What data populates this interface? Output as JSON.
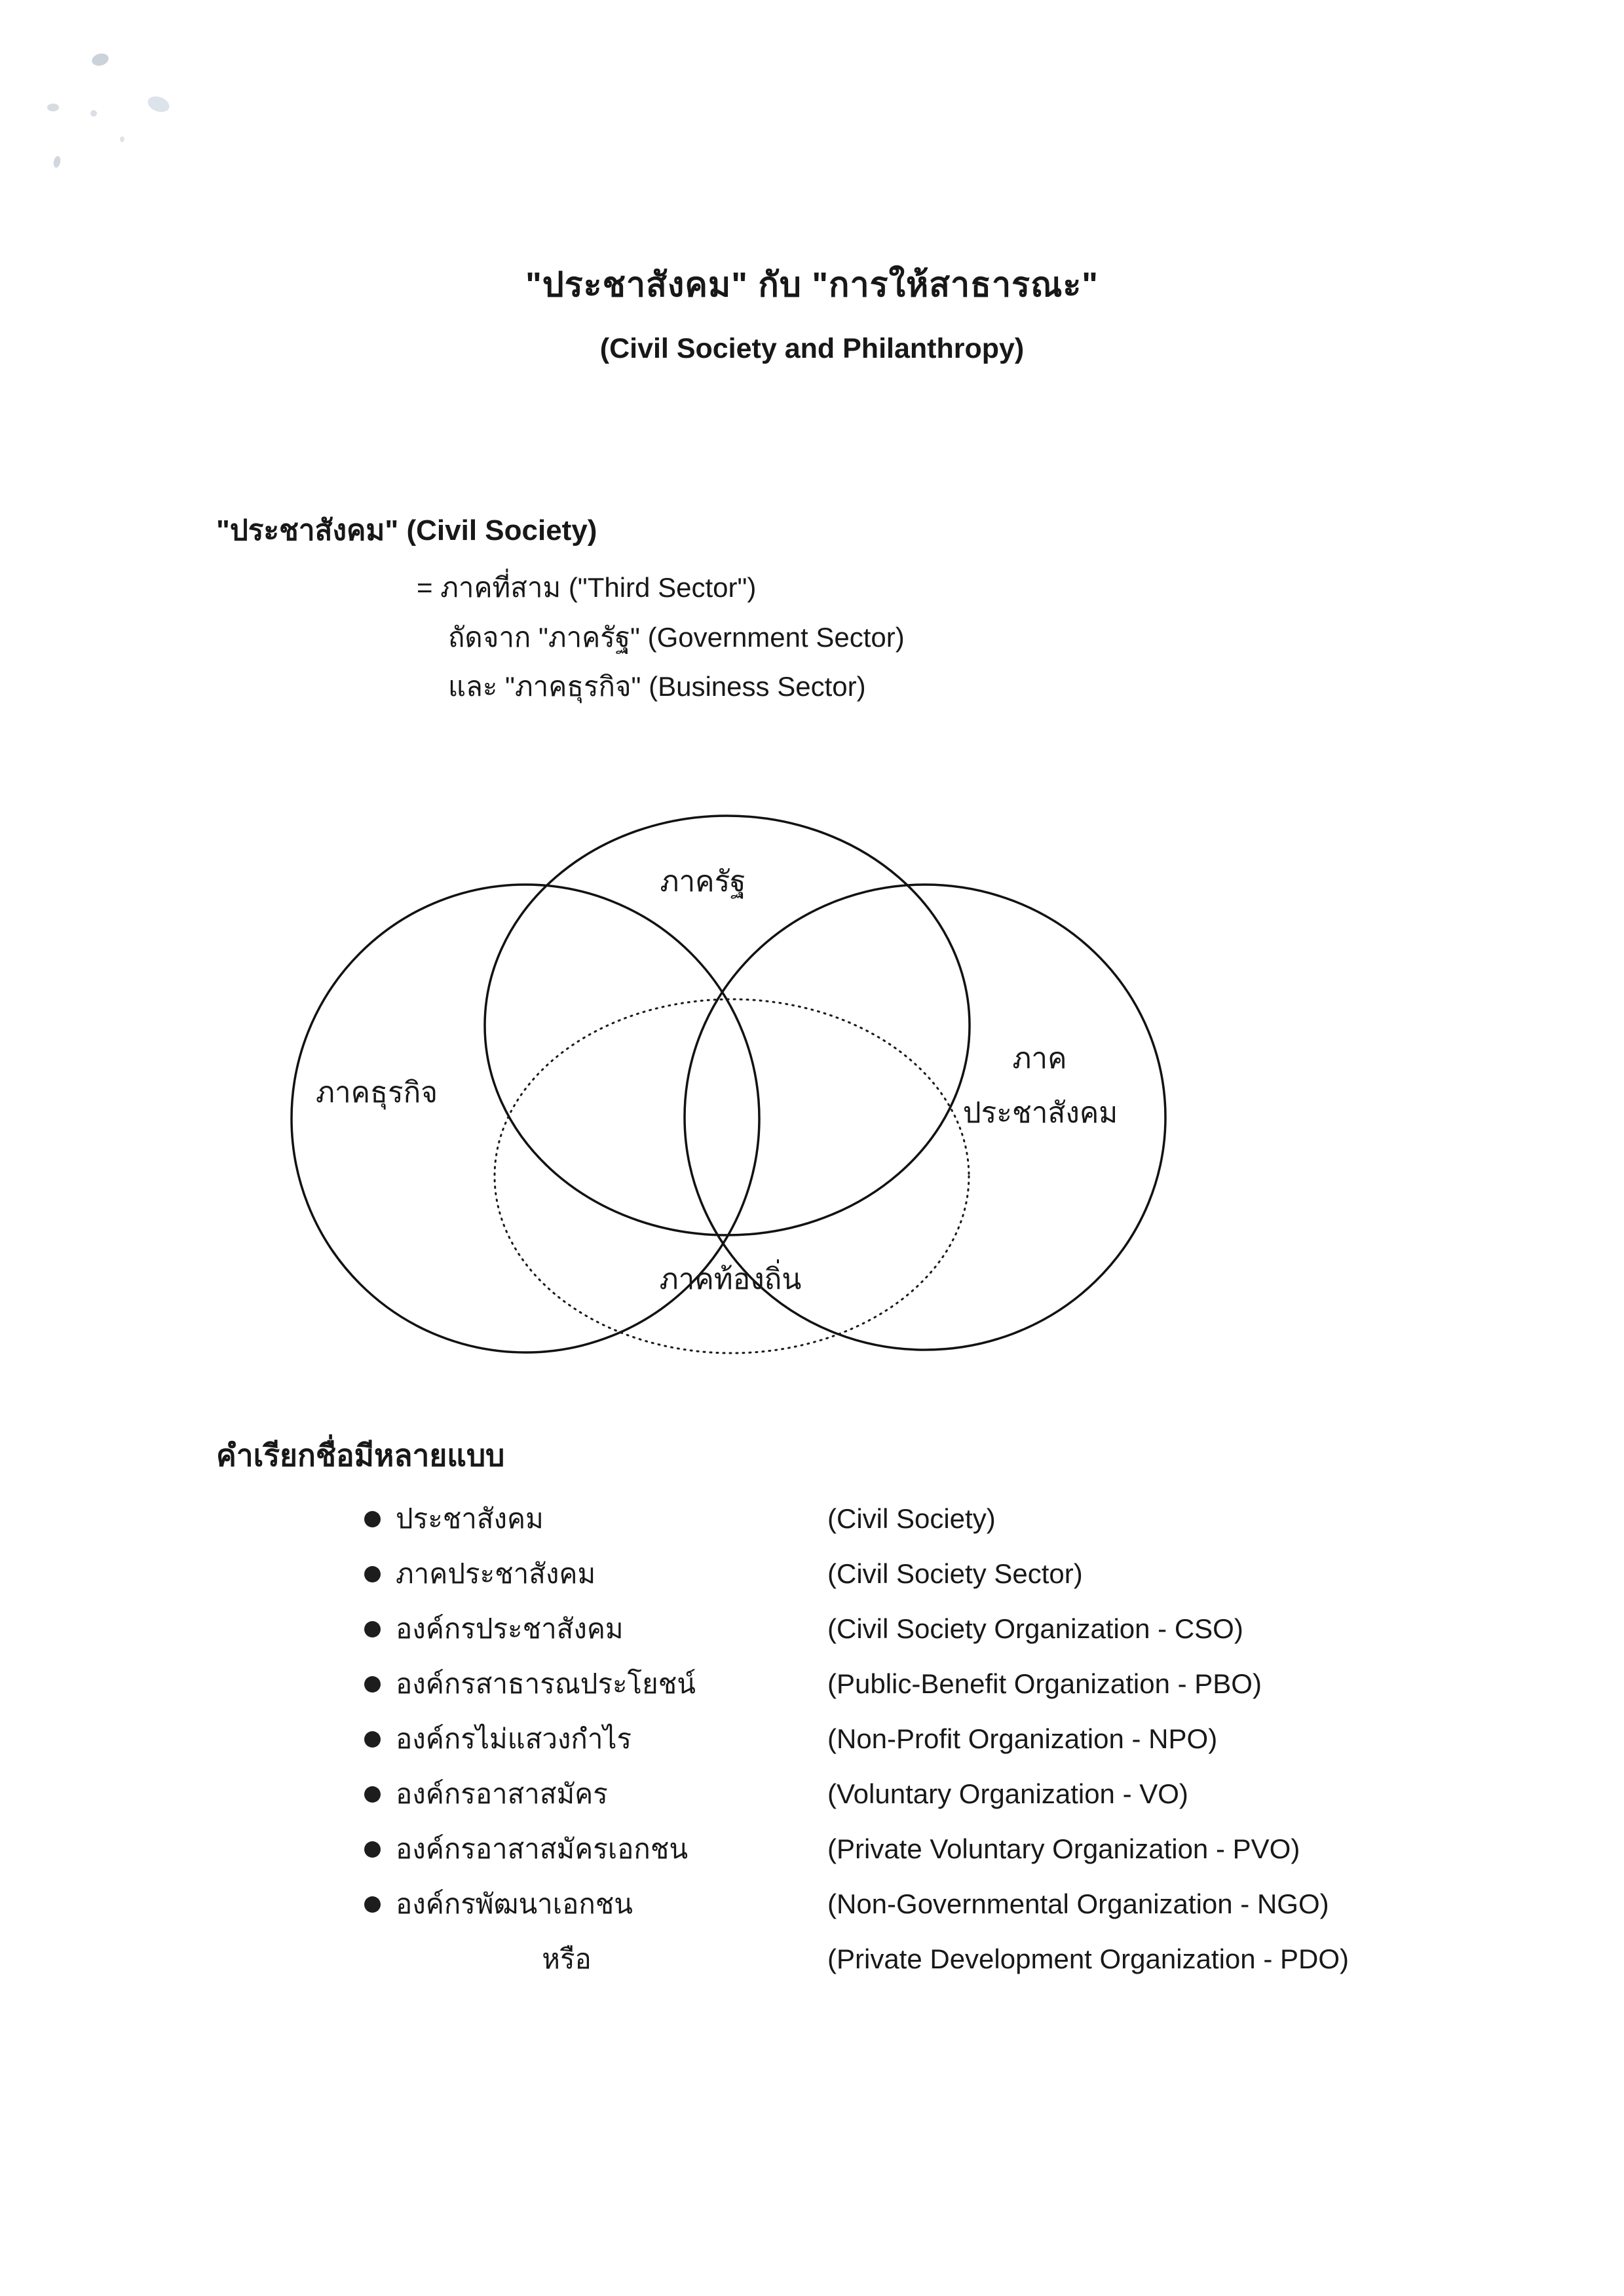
{
  "page": {
    "title_thai": "\"ประชาสังคม\" กับ \"การให้สาธารณะ\"",
    "title_english": "(Civil Society and Philanthropy)"
  },
  "definition": {
    "heading": "\"ประชาสังคม\" (Civil Society)",
    "line1": "= ภาคที่สาม (\"Third Sector\")",
    "line2": "ถัดจาก \"ภาครัฐ\" (Government Sector)",
    "line3": "และ \"ภาคธุรกิจ\" (Business Sector)"
  },
  "diagram": {
    "top_circle_label": "ภาครัฐ",
    "left_circle_label": "ภาคธุรกิจ",
    "right_circle_label_line1": "ภาค",
    "right_circle_label_line2": "ประชาสังคม",
    "bottom_circle_label": "ภาคท้องถิ่น"
  },
  "naming": {
    "heading": "คำเรียกชื่อมีหลายแบบ",
    "items": [
      {
        "thai": "ประชาสังคม",
        "english": "(Civil Society)"
      },
      {
        "thai": "ภาคประชาสังคม",
        "english": "(Civil Society Sector)"
      },
      {
        "thai": "องค์กรประชาสังคม",
        "english": "(Civil Society Organization - CSO)"
      },
      {
        "thai": "องค์กรสาธารณประโยชน์",
        "english": "(Public-Benefit Organization - PBO)"
      },
      {
        "thai": "องค์กรไม่แสวงกำไร",
        "english": "(Non-Profit Organization - NPO)"
      },
      {
        "thai": "องค์กรอาสาสมัคร",
        "english": "(Voluntary Organization - VO)"
      },
      {
        "thai": "องค์กรอาสาสมัครเอกชน",
        "english": "(Private Voluntary Organization - PVO)"
      },
      {
        "thai": "องค์กรพัฒนาเอกชน",
        "english": "(Non-Governmental Organization - NGO)"
      },
      {
        "thai": "หรือ",
        "english": "(Private Development Organization - PDO)"
      }
    ]
  },
  "colors": {
    "ink": "#181818",
    "paper": "#ffffff"
  }
}
